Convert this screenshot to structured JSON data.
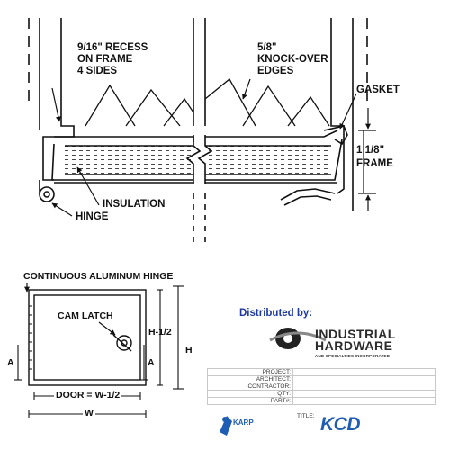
{
  "callouts": {
    "recess": [
      "9/16\" RECESS",
      "ON FRAME",
      "4 SIDES"
    ],
    "knockover": [
      "5/8\"",
      "KNOCK-OVER",
      "EDGES"
    ],
    "gasket": "GASKET",
    "frame_size": [
      "1 1/8\"",
      "FRAME"
    ],
    "insulation": "INSULATION",
    "hinge": "HINGE"
  },
  "front_view": {
    "hinge_title": "CONTINUOUS ALUMINUM HINGE",
    "cam_latch": "CAM LATCH",
    "h_half": "H-1/2",
    "h": "H",
    "a_left": "A",
    "a_right": "A",
    "door_width": "DOOR = W-1/2",
    "w": "W"
  },
  "distributor": {
    "heading": "Distributed by:",
    "brand_line1": "INDUSTRIAL",
    "brand_line2": "HARDWARE",
    "brand_line3": "AND SPECIALTIES INCORPORATED",
    "brand_color": "#2b2b2b",
    "heading_color": "#1f3aa0"
  },
  "title_block": {
    "rows": [
      {
        "label": "PROJECT:",
        "value": ""
      },
      {
        "label": "ARCHITECT:",
        "value": ""
      },
      {
        "label": "CONTRACTOR:",
        "value": ""
      },
      {
        "label": "QTY:",
        "value": ""
      },
      {
        "label": "PART#:",
        "value": ""
      }
    ],
    "title_label": "TITLE:",
    "title_value": "KCD",
    "maker": "KARP",
    "accent_color": "#1e5db3"
  }
}
